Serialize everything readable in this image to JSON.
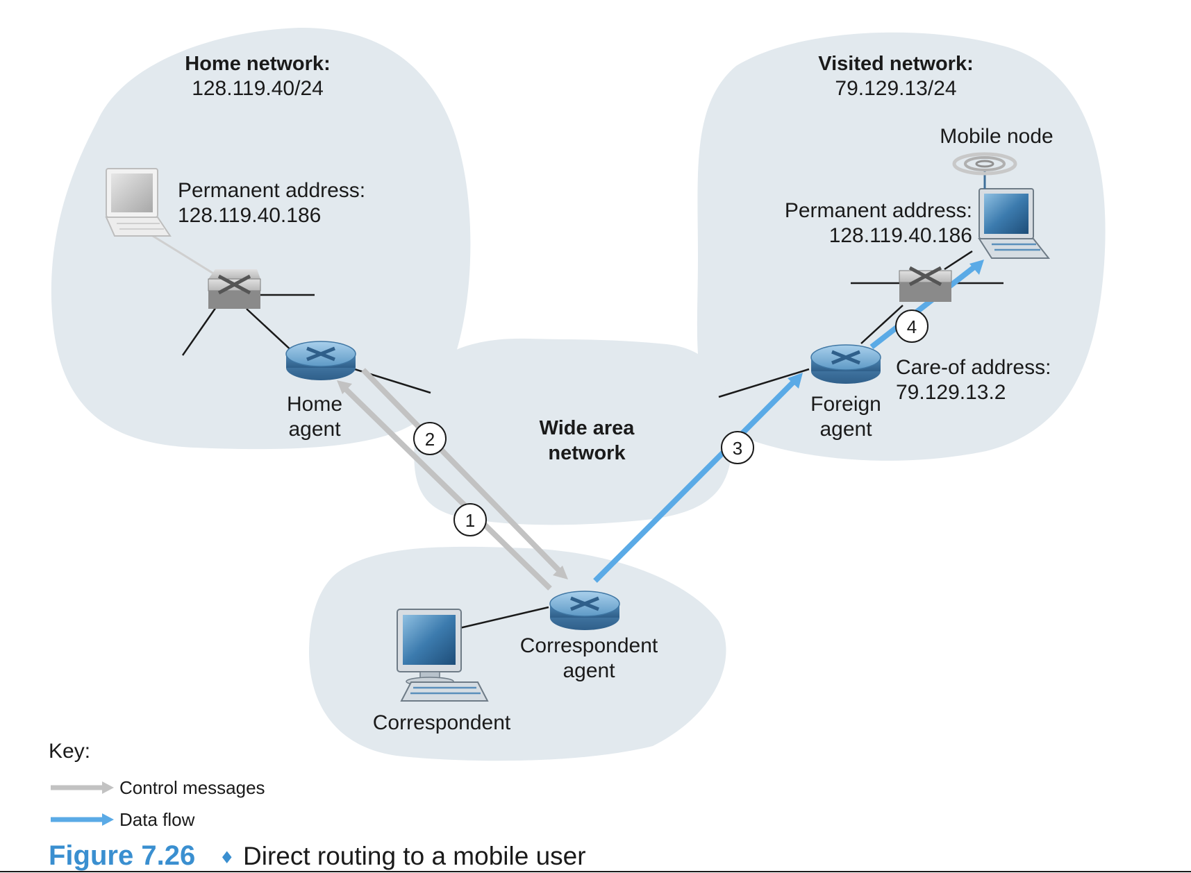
{
  "diagram": {
    "home_network": {
      "title": "Home network:",
      "prefix": "128.119.40/24",
      "host_permanent_label": "Permanent address:",
      "host_permanent_address": "128.119.40.186",
      "agent_line1": "Home",
      "agent_line2": "agent"
    },
    "visited_network": {
      "title": "Visited network:",
      "prefix": "79.129.13/24",
      "mobile_node_label": "Mobile node",
      "permanent_label": "Permanent address:",
      "permanent_address": "128.119.40.186",
      "care_of_label": "Care-of address:",
      "care_of_address": "79.129.13.2",
      "agent_line1": "Foreign",
      "agent_line2": "agent"
    },
    "wan": {
      "line1": "Wide area",
      "line2": "network"
    },
    "correspondent": {
      "agent_line1": "Correspondent",
      "agent_line2": "agent",
      "host_label": "Correspondent"
    },
    "steps": [
      "1",
      "2",
      "3",
      "4"
    ],
    "key": {
      "title": "Key:",
      "control_label": "Control messages",
      "data_label": "Data flow"
    },
    "colors": {
      "cloud": "#e2e9ee",
      "control_arrow": "#c2c2c2",
      "data_arrow": "#5aaae6",
      "router": "#6fa6cf",
      "figure_accent": "#3a8fd0"
    }
  },
  "caption": {
    "figure_number": "Figure 7.26",
    "separator": "♦",
    "text": "Direct routing to a mobile user"
  }
}
